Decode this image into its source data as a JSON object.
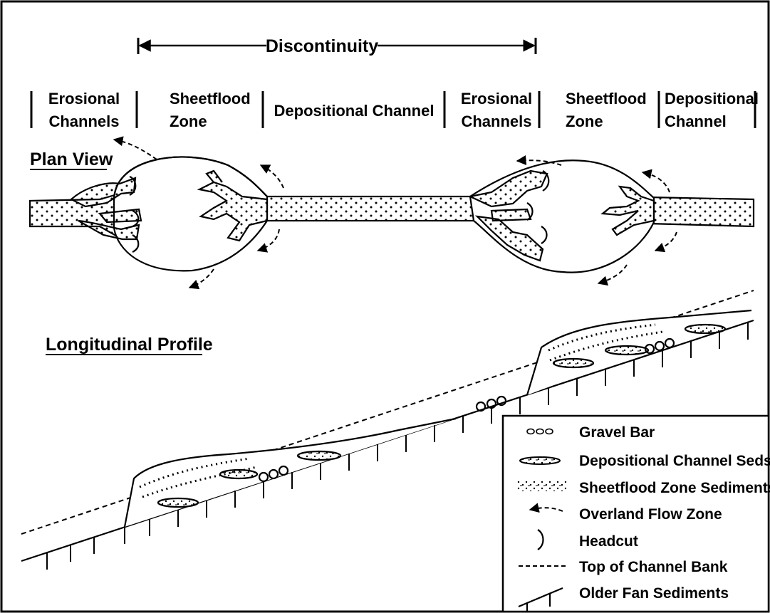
{
  "discontinuity": "Discontinuity",
  "zones": [
    {
      "l1": "Erosional",
      "l2": "Channels"
    },
    {
      "l1": "Sheetflood",
      "l2": "Zone"
    },
    {
      "l1": "Depositional Channel",
      "l2": ""
    },
    {
      "l1": "Erosional",
      "l2": "Channels"
    },
    {
      "l1": "Sheetflood",
      "l2": "Zone"
    },
    {
      "l1": "Depositional",
      "l2": "Channel"
    }
  ],
  "plan_view": "Plan View",
  "profile": "Longitudinal Profile",
  "legend": [
    {
      "icon": "gravel-bar-icon",
      "label": "Gravel Bar"
    },
    {
      "icon": "depositional-channel-seds-icon",
      "label": "Depositional Channel Seds."
    },
    {
      "icon": "sheetflood-sediments-icon",
      "label": "Sheetflood Zone Sediments"
    },
    {
      "icon": "overland-flow-arrow-icon",
      "label": "Overland Flow Zone"
    },
    {
      "icon": "headcut-icon",
      "label": "Headcut"
    },
    {
      "icon": "dashed-line-icon",
      "label": "Top of Channel Bank"
    },
    {
      "icon": "older-fan-symbol-icon",
      "label": "Older Fan Sediments"
    }
  ]
}
